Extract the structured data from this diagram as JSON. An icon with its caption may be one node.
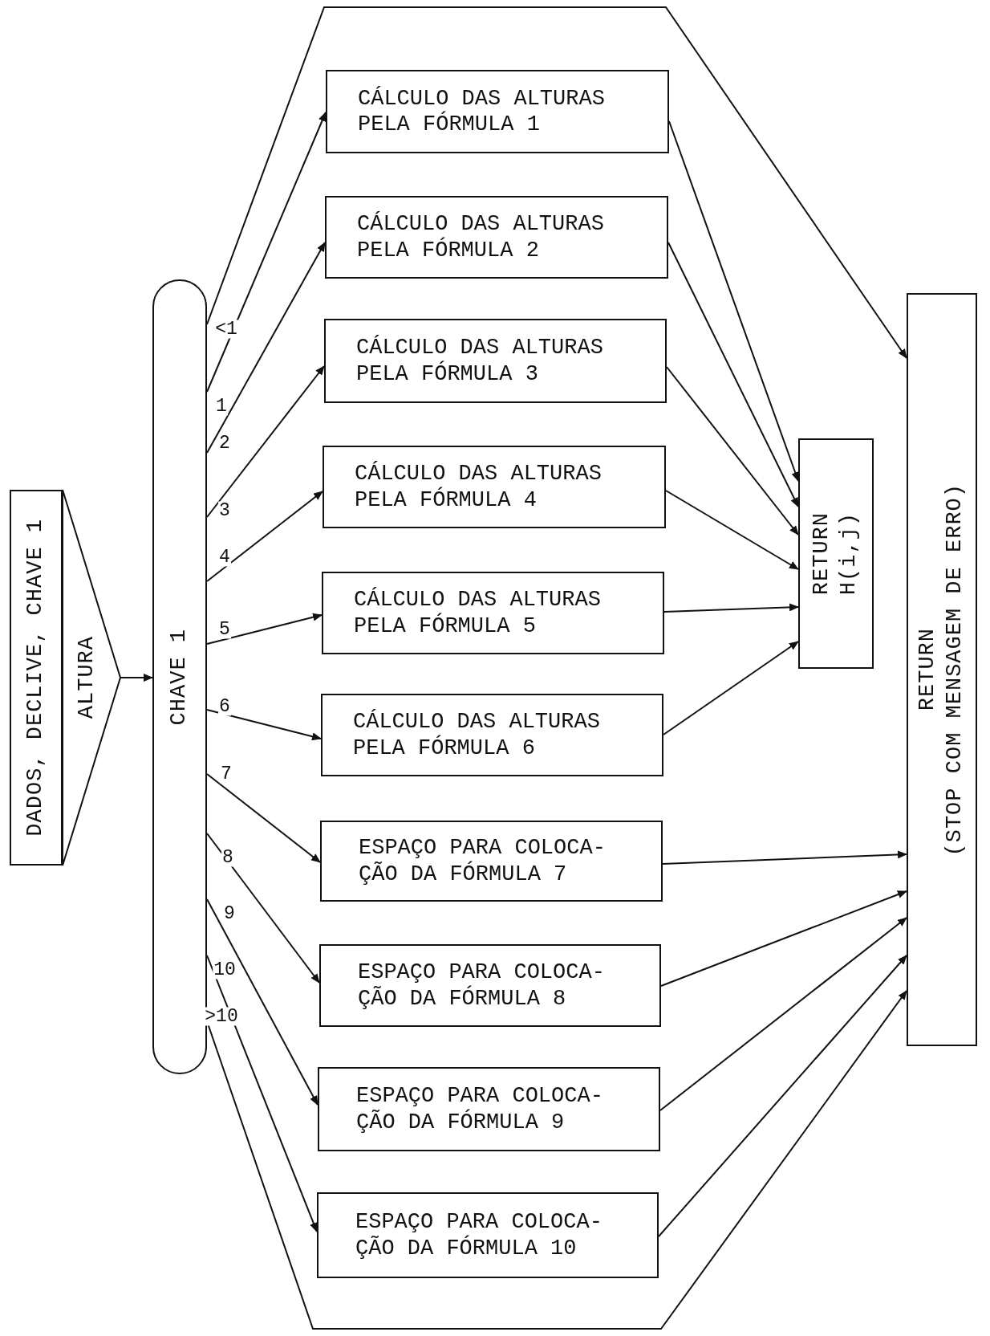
{
  "diagram": {
    "nodes": [
      {
        "text": [
          "DADOS, DECLIVE, CHAVE 1"
        ]
      },
      {
        "text": [
          "ALTURA"
        ]
      },
      {
        "text": [
          "CHAVE 1"
        ]
      },
      {
        "text": [
          "CÁLCULO DAS ALTURAS PELA FÓRMULA 1"
        ]
      },
      {
        "text": [
          "CÁLCULO DAS ALTURAS PELA FÓRMULA 2"
        ]
      },
      {
        "text": [
          "CÁLCULO DAS ALTURAS PELA FÓRMULA 3"
        ]
      },
      {
        "text": [
          "CÁLCULO DAS ALTURAS PELA FÓRMULA 4"
        ]
      },
      {
        "text": [
          "CÁLCULO DAS ALTURAS PELA FÓRMULA 5"
        ]
      },
      {
        "text": [
          "CÁLCULO DAS ALTURAS PELA FÓRMULA 6"
        ]
      },
      {
        "text": [
          "ESPAÇO PARA COLOCA- ÇÃO DA FÓRMULA 7"
        ]
      },
      {
        "text": [
          "ESPAÇO PARA COLOCA- ÇÃO DA FÓRMULA 8"
        ]
      },
      {
        "text": [
          "ESPAÇO PARA COLOCA- ÇÃO DA FÓRMULA 9"
        ]
      },
      {
        "text": [
          "ESPAÇO PARA COLOCA- ÇÃO DA FÓRMULA 10"
        ]
      },
      {
        "text": [
          "RETURN",
          "H(i,j)"
        ]
      },
      {
        "text": [
          "RETURN",
          "(STOP COM MENSAGEM DE ERRO)"
        ]
      }
    ],
    "edges": [
      {
        "from": 1,
        "to": 2,
        "arrow": "to"
      },
      {
        "from": 2,
        "to": 14,
        "arrow": "to",
        "label": "<1"
      },
      {
        "from": 2,
        "to": 3,
        "arrow": "to",
        "label": "1"
      },
      {
        "from": 2,
        "to": 4,
        "arrow": "to",
        "label": "2"
      },
      {
        "from": 2,
        "to": 5,
        "arrow": "to",
        "label": "3"
      },
      {
        "from": 2,
        "to": 6,
        "arrow": "to",
        "label": "4"
      },
      {
        "from": 2,
        "to": 7,
        "arrow": "to",
        "label": "5"
      },
      {
        "from": 2,
        "to": 8,
        "arrow": "to",
        "label": "6"
      },
      {
        "from": 2,
        "to": 9,
        "arrow": "to",
        "label": "7"
      },
      {
        "from": 2,
        "to": 10,
        "arrow": "to",
        "label": "8"
      },
      {
        "from": 2,
        "to": 11,
        "arrow": "to",
        "label": "9"
      },
      {
        "from": 2,
        "to": 12,
        "arrow": "to",
        "label": "10"
      },
      {
        "from": 2,
        "to": 14,
        "arrow": "to",
        "label": ">10"
      },
      {
        "from": 3,
        "to": 13,
        "arrow": "to"
      },
      {
        "from": 4,
        "to": 13,
        "arrow": "to"
      },
      {
        "from": 5,
        "to": 13,
        "arrow": "to"
      },
      {
        "from": 6,
        "to": 13,
        "arrow": "to"
      },
      {
        "from": 7,
        "to": 13,
        "arrow": "to"
      },
      {
        "from": 8,
        "to": 13,
        "arrow": "to"
      },
      {
        "from": 9,
        "to": 14,
        "arrow": "to"
      },
      {
        "from": 10,
        "to": 14,
        "arrow": "to"
      },
      {
        "from": 11,
        "to": 14,
        "arrow": "to"
      },
      {
        "from": 12,
        "to": 14,
        "arrow": "to"
      }
    ]
  }
}
